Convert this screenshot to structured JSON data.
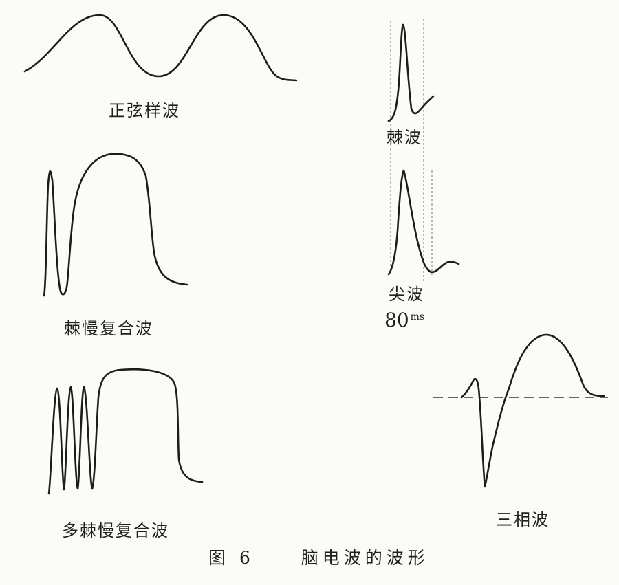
{
  "figure": {
    "caption_number": "图 6",
    "caption_title": "脑电波的波形",
    "waves": [
      {
        "id": "sine",
        "label": "正弦样波"
      },
      {
        "id": "spike",
        "label": "棘波"
      },
      {
        "id": "spike-slow",
        "label": "棘慢复合波"
      },
      {
        "id": "sharp",
        "label": "尖波"
      },
      {
        "id": "poly-spike-slow",
        "label": "多棘慢复合波"
      },
      {
        "id": "triphasic",
        "label": "三相波"
      }
    ],
    "duration_value": "80",
    "duration_unit": "ms"
  }
}
